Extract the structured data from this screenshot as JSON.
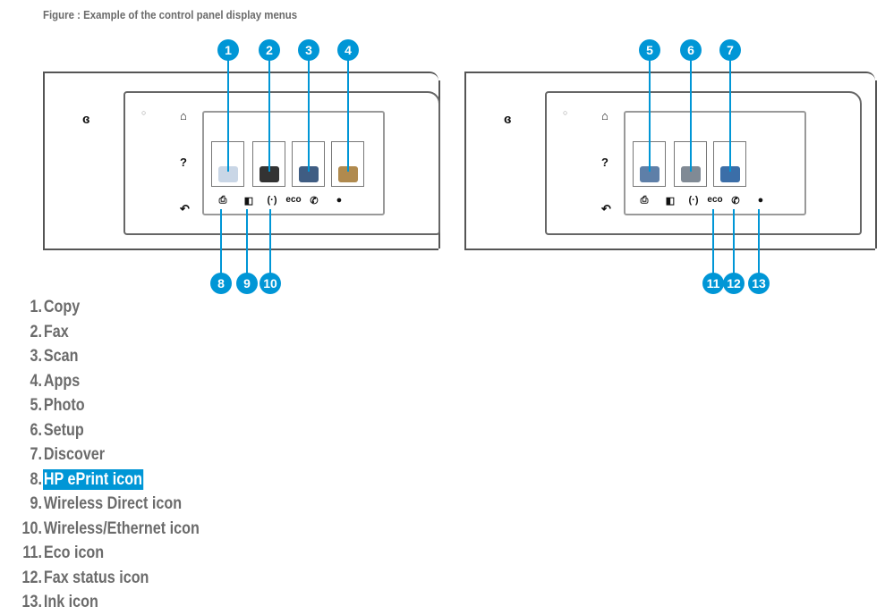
{
  "caption": "Figure : Example of the control panel display menus",
  "panels": [
    {
      "offset": 0,
      "tiles": [
        {
          "num": "1",
          "name": "copy",
          "color": "#c9d6e6"
        },
        {
          "num": "2",
          "name": "fax",
          "color": "#333333"
        },
        {
          "num": "3",
          "name": "scan",
          "color": "#3f5d83"
        },
        {
          "num": "4",
          "name": "apps",
          "color": "#b08a4e"
        }
      ],
      "bottom_callouts": [
        {
          "num": "8",
          "target": 0
        },
        {
          "num": "9",
          "target": 1
        },
        {
          "num": "10",
          "target": 2
        }
      ]
    },
    {
      "offset": 471,
      "tiles": [
        {
          "num": "5",
          "name": "photo",
          "color": "#5e7fa8"
        },
        {
          "num": "6",
          "name": "setup",
          "color": "#808a95"
        },
        {
          "num": "7",
          "name": "discover",
          "color": "#3b6ea8"
        }
      ],
      "bottom_callouts": [
        {
          "num": "11",
          "target": 3
        },
        {
          "num": "12",
          "target": 4
        },
        {
          "num": "13",
          "target": 5
        }
      ]
    }
  ],
  "status_icons": [
    {
      "name": "hp-eprint-icon",
      "glyph": "⎙"
    },
    {
      "name": "wireless-direct-icon",
      "glyph": "◧"
    },
    {
      "name": "wireless-icon",
      "glyph": "(·)"
    },
    {
      "name": "eco-icon",
      "glyph": "eco"
    },
    {
      "name": "fax-status-icon",
      "glyph": "✆"
    },
    {
      "name": "ink-icon",
      "glyph": "●"
    }
  ],
  "side_buttons": {
    "home": "⌂",
    "help": "?",
    "back": "↶"
  },
  "legend": [
    {
      "num": "1.",
      "label": "Copy"
    },
    {
      "num": "2.",
      "label": "Fax"
    },
    {
      "num": "3.",
      "label": "Scan"
    },
    {
      "num": "4.",
      "label": "Apps"
    },
    {
      "num": "5.",
      "label": "Photo"
    },
    {
      "num": "6.",
      "label": "Setup"
    },
    {
      "num": "7.",
      "label": "Discover"
    },
    {
      "num": "8.",
      "label": "HP ePrint icon",
      "selected": true
    },
    {
      "num": "9.",
      "label": "Wireless Direct icon"
    },
    {
      "num": "10.",
      "label": "Wireless/Ethernet icon"
    },
    {
      "num": "11.",
      "label": "Eco icon"
    },
    {
      "num": "12.",
      "label": "Fax status icon"
    },
    {
      "num": "13.",
      "label": "Ink icon"
    }
  ],
  "accent": "#0096d6"
}
